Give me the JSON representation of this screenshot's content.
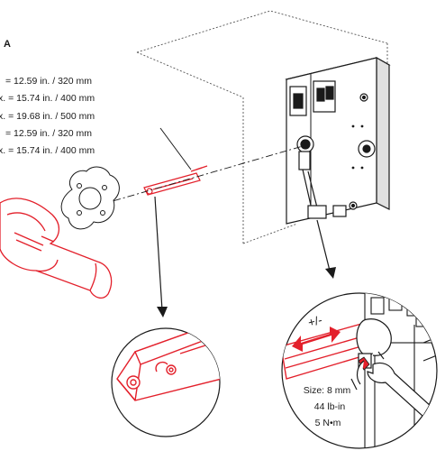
{
  "section_label": "A",
  "dimensions": [
    "= 12.59 in. / 320 mm",
    "x. = 15.74 in. / 400 mm",
    "x. = 19.68 in. / 500 mm",
    "= 12.59 in. / 320 mm",
    "x. = 15.74 in. / 400 mm"
  ],
  "adjust_label": "+/-",
  "torque": {
    "size": "Size: 8 mm",
    "lb_in": "44 lb-in",
    "n_m": "5 N•m"
  },
  "colors": {
    "accent": "#e3202b",
    "ink": "#1a1a1a"
  }
}
